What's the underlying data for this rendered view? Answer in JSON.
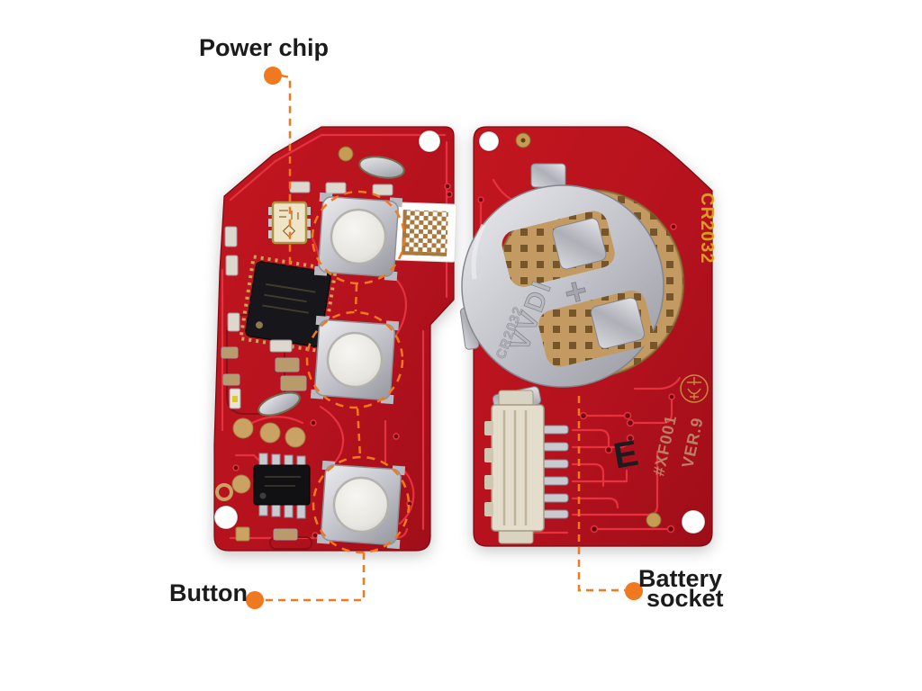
{
  "annotations": {
    "power_chip_label": "Power chip",
    "button_label": "Button",
    "battery_label_line1": "Battery",
    "battery_label_line2": "socket"
  },
  "board_back": {
    "silkscreen_battery_type": "CR2032",
    "silkscreen_model": "#XF001",
    "silkscreen_version": "VER.9",
    "handwritten_marking": "E",
    "clip_brand_stamp": "VVDI",
    "clip_battery_stamp": "CR2032",
    "clip_polarity": "+"
  },
  "colors": {
    "accent_orange": "#F0791F",
    "board_red": "#B5121E",
    "trace_red": "#E5323E",
    "pad_gold": "#C69C54",
    "metal_silver": "#C9CAD0",
    "silkscreen_gold": "#D8A018",
    "label_text": "#1B1B1B"
  }
}
